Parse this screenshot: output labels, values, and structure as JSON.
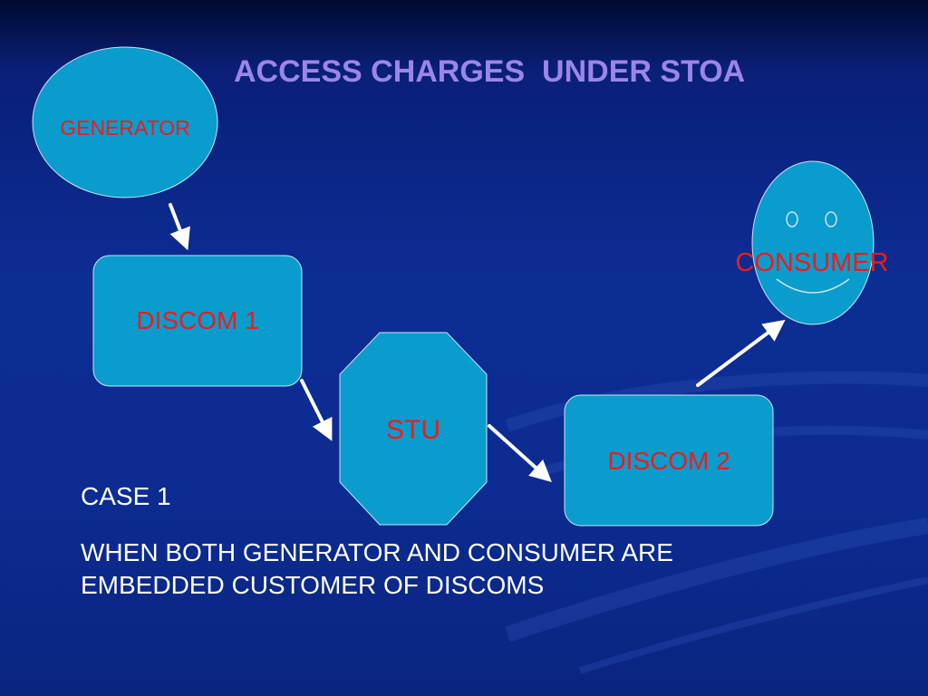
{
  "slide": {
    "title": "ACCESS CHARGES  UNDER STOA"
  },
  "nodes": {
    "generator": "GENERATOR",
    "discom1": "DISCOM 1",
    "stu": "STU",
    "discom2": "DISCOM 2",
    "consumer": "CONSUMER"
  },
  "case": {
    "title": "CASE 1",
    "description_line1": "WHEN BOTH GENERATOR AND CONSUMER ARE",
    "description_line2": "EMBEDDED CUSTOMER OF DISCOMS"
  },
  "colors": {
    "background": "#0c2d94",
    "node_fill": "#0a9ccc",
    "node_text": "#ee1c1c",
    "title": "#9b86e8",
    "arrow": "#ffffff",
    "body_text": "#ffffff"
  }
}
